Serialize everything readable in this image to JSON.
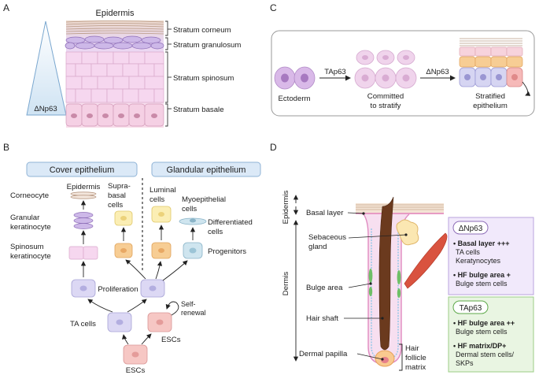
{
  "panels": {
    "a": {
      "letter": "A",
      "title": "Epidermis",
      "gradient_label": "ΔNp63",
      "layers": [
        "Stratum corneum",
        "Stratum granulosum",
        "Stratum spinosum",
        "Stratum basale"
      ]
    },
    "b": {
      "letter": "B",
      "cover_header": "Cover epithelium",
      "glandular_header": "Glandular epithelium",
      "corneocyte": "Corneocyte",
      "granular": [
        "Granular",
        "keratinocyte"
      ],
      "spinosum": [
        "Spinosum",
        "keratinocyte"
      ],
      "epidermis": "Epidermis",
      "suprabasal": [
        "Supra-",
        "basal",
        "cells"
      ],
      "luminal": [
        "Luminal",
        "cells"
      ],
      "myoepithelial": [
        "Myoepithelial",
        "cells"
      ],
      "differentiated": [
        "Differentiated",
        "cells"
      ],
      "progenitors": "Progenitors",
      "proliferation": "Proliferation",
      "ta_cells": "TA cells",
      "self_renewal": [
        "Self-",
        "renewal"
      ],
      "escs_mid": "ESCs",
      "escs_bottom": "ESCs"
    },
    "c": {
      "letter": "C",
      "ectoderm": "Ectoderm",
      "tap63": "TAp63",
      "committed": [
        "Committed",
        "to stratify"
      ],
      "dnp63": "ΔNp63",
      "stratified": [
        "Stratified",
        "epithelium"
      ]
    },
    "d": {
      "letter": "D",
      "epidermis_axis": "Epidermis",
      "dermis_axis": "Dermis",
      "basal_layer": "Basal layer",
      "sebaceous": [
        "Sebaceous",
        "gland"
      ],
      "bulge_area": "Bulge area",
      "hair_shaft": "Hair shaft",
      "dermal_papilla": "Dermal papilla",
      "matrix": [
        "Hair",
        "follicle",
        "matrix"
      ],
      "dnp63_box": {
        "title": "ΔNp63",
        "item1_bold": "• Basal layer +++",
        "item1_sub": [
          "TA cells",
          "Keratynocytes"
        ],
        "item2_bold": "• HF bulge area +",
        "item2_sub": [
          "Bulge stem cells"
        ]
      },
      "tap63_box": {
        "title": "TAp63",
        "item1_bold": "• HF bulge area ++",
        "item1_sub": [
          "Bulge stem cells"
        ],
        "item2_bold": "• HF matrix/DP+",
        "item2_sub": [
          "Dermal stem cells/",
          "SKPs"
        ]
      }
    }
  },
  "colors": {
    "purple_cell": "#d9cdee",
    "pink_cell": "#f3cfe3",
    "yellow_cell": "#fbeeb4",
    "orange_cell": "#f7cd94",
    "blue_cell": "#cfe5ef",
    "red_cell": "#f6c7c4",
    "header_blue": "#dbe9f7",
    "dnp63_box": "#f1e9fb",
    "tap63_box": "#e9f5e2"
  }
}
